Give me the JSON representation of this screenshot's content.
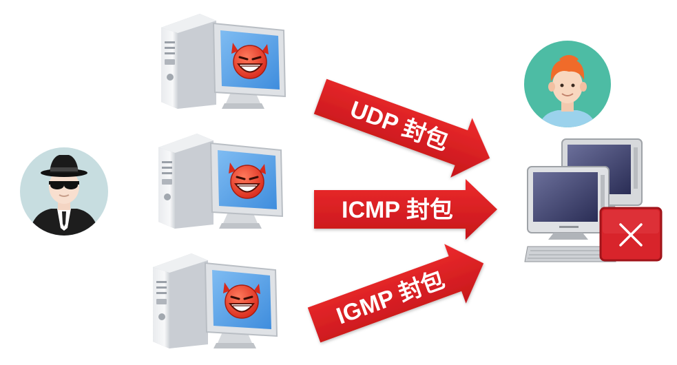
{
  "arrows": {
    "udp_label": "UDP 封包",
    "icmp_label": "ICMP 封包",
    "igmp_label": "IGMP 封包"
  },
  "colors": {
    "arrow_red": "#dd2326",
    "arrow_dark": "#b5151a",
    "avatar_teal": "#4dbca4",
    "avatar_grey": "#c7dde0",
    "monitor_screen": "#5ba3e8",
    "devil_red": "#e8402a",
    "error_red": "#d8242b"
  },
  "icons": {
    "attacker": "attacker-avatar-icon",
    "zombie_pc": "infected-computer-icon",
    "victim": "user-avatar-icon",
    "server": "server-computer-icon",
    "error": "close-icon"
  }
}
